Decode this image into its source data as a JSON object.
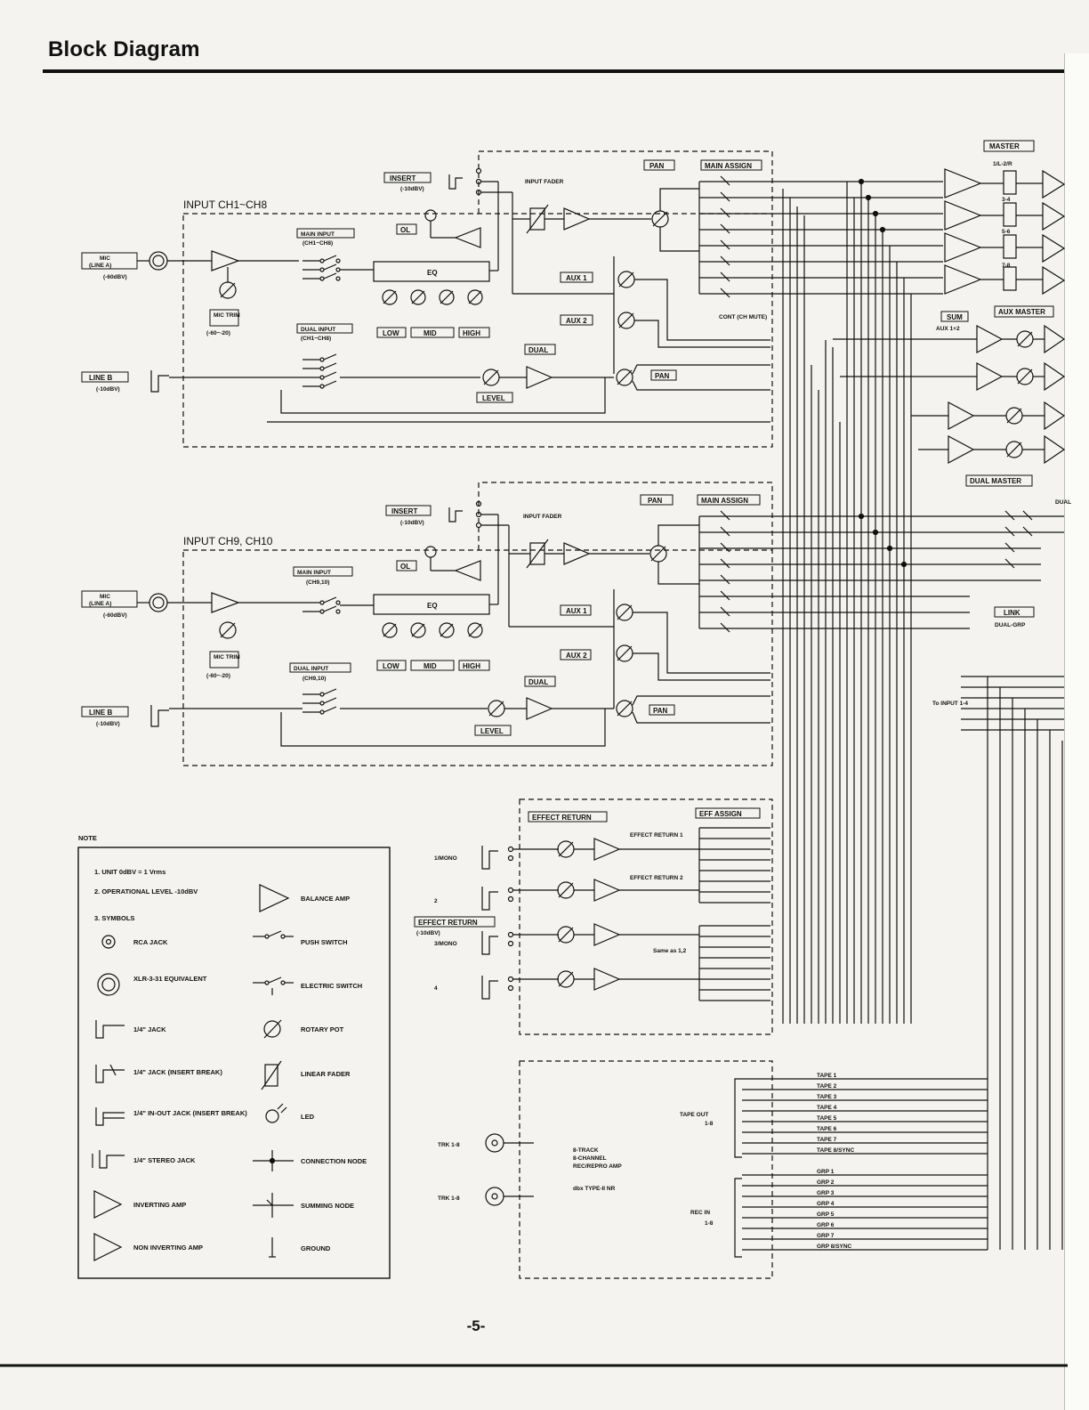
{
  "page_title": "Block Diagram",
  "page_number": "-5-",
  "input_ch1_8": {
    "title": "INPUT CH1~CH8",
    "mic_label": "MIC",
    "mic_sub": "(LINE A)",
    "mic_level": "(-60dBV)",
    "line_b": "LINE B",
    "line_b_level": "(-10dBV)",
    "mic_trim": "MIC TRIM",
    "mic_trim_range": "(-60~-20)",
    "main_input": "MAIN INPUT",
    "main_input_sub": "(CH1~CH8)",
    "dual_input": "DUAL INPUT",
    "dual_input_sub": "(CH1~CH8)",
    "insert": "INSERT",
    "insert_level": "(-10dBV)",
    "ol": "OL",
    "input_fader": "INPUT FADER",
    "eq": "EQ",
    "low": "LOW",
    "mid": "MID",
    "high": "HIGH",
    "level": "LEVEL",
    "dual": "DUAL",
    "pan": "PAN",
    "main_assign": "MAIN ASSIGN",
    "aux1": "AUX 1",
    "aux2": "AUX 2",
    "cont_ch_mute": "CONT (CH MUTE)"
  },
  "input_ch9_10": {
    "title": "INPUT CH9, CH10",
    "mic_label": "MIC",
    "mic_sub": "(LINE A)",
    "mic_level": "(-60dBV)",
    "line_b": "LINE B",
    "line_b_level": "(-10dBV)",
    "mic_trim": "MIC TRIM",
    "mic_trim_range": "(-60~-20)",
    "main_input": "MAIN INPUT",
    "main_input_sub": "(CH9,10)",
    "dual_input": "DUAL INPUT",
    "dual_input_sub": "(CH9,10)",
    "insert": "INSERT",
    "insert_level": "(-10dBV)",
    "ol": "OL",
    "input_fader": "INPUT FADER",
    "eq": "EQ",
    "low": "LOW",
    "mid": "MID",
    "high": "HIGH",
    "level": "LEVEL",
    "dual": "DUAL",
    "pan": "PAN",
    "main_assign": "MAIN ASSIGN",
    "aux1": "AUX 1",
    "aux2": "AUX 2"
  },
  "effect_return": {
    "title": "EFFECT RETURN",
    "eff_assign": "EFF ASSIGN",
    "input_label": "EFFECT RETURN",
    "input_level": "(-10dBV)",
    "in1": "1/MONO",
    "in2": "2",
    "in3": "3/MONO",
    "in4": "4",
    "same_note": "Same as 1,2",
    "ret1": "EFFECT RETURN 1",
    "ret2": "EFFECT RETURN 2"
  },
  "tape": {
    "trk_in": "TRK 1-8",
    "trk_out": "TRK 1-8",
    "amp_line1": "8-TRACK",
    "amp_line2": "8-CHANNEL",
    "amp_line3": "REC/REPRO AMP",
    "nr": "dbx TYPE-II NR",
    "tape_out": "TAPE OUT",
    "tape_out_range": "1-8",
    "rec_in": "REC IN",
    "rec_in_range": "1-8",
    "tape_lines": [
      "TAPE 1",
      "TAPE 2",
      "TAPE 3",
      "TAPE 4",
      "TAPE 5",
      "TAPE 6",
      "TAPE 7",
      "TAPE 8/SYNC"
    ],
    "grp_lines": [
      "GRP 1",
      "GRP 2",
      "GRP 3",
      "GRP 4",
      "GRP 5",
      "GRP 6",
      "GRP 7",
      "GRP 8/SYNC"
    ]
  },
  "right_section": {
    "master": "MASTER",
    "pair1": "1/L-2/R",
    "pair2": "3-4",
    "pair3": "5-6",
    "pair4": "7-8",
    "aux_master": "AUX MASTER",
    "sum": "SUM",
    "aux12": "AUX 1+2",
    "dual_master": "DUAL MASTER",
    "link": "LINK",
    "dual_grp": "DUAL-GRP",
    "to_input": "To INPUT 1-4",
    "dual_cut": "DUAL"
  },
  "note": {
    "title": "NOTE",
    "unit": "1. UNIT 0dBV = 1 Vrms",
    "level": "2. OPERATIONAL LEVEL -10dBV",
    "symbols": "3. SYMBOLS",
    "items": {
      "rca": "RCA JACK",
      "xlr": "XLR-3-31 EQUIVALENT",
      "jack": "1/4\" JACK",
      "jack_insert": "1/4\" JACK (INSERT BREAK)",
      "inout": "1/4\" IN-OUT JACK (INSERT BREAK)",
      "stereo": "1/4\" STEREO JACK",
      "inv_amp": "INVERTING AMP",
      "noninv_amp": "NON INVERTING AMP",
      "balance_amp": "BALANCE AMP",
      "push_switch": "PUSH SWITCH",
      "electric_switch": "ELECTRIC SWITCH",
      "rotary_pot": "ROTARY POT",
      "linear_fader": "LINEAR FADER",
      "led": "LED",
      "connection_node": "CONNECTION NODE",
      "summing_node": "SUMMING NODE",
      "ground": "GROUND"
    }
  },
  "colors": {
    "ink": "#111111",
    "paper": "#f4f3ef"
  }
}
